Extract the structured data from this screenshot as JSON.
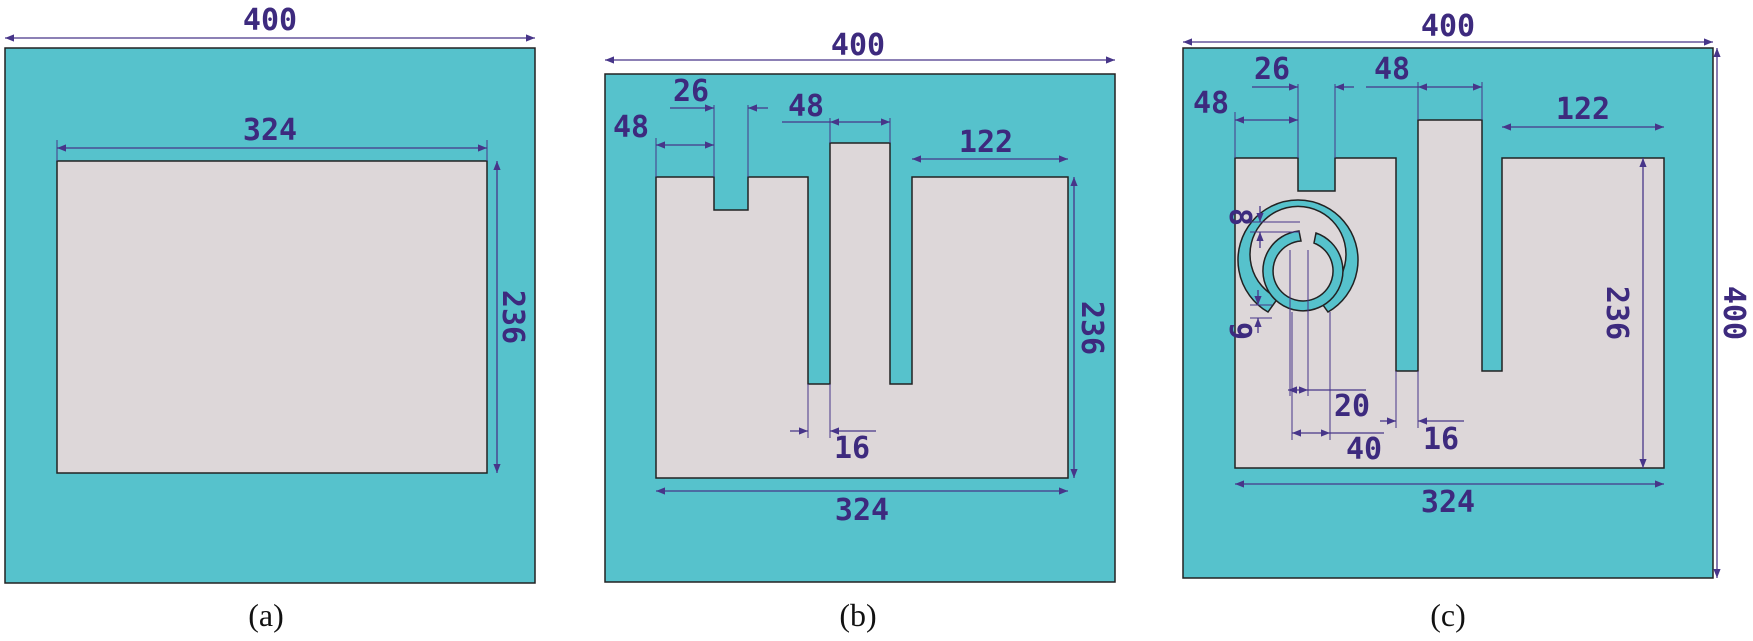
{
  "figure": {
    "captions": [
      "(a)",
      "(b)",
      "(c)"
    ]
  },
  "a": {
    "width": "400",
    "inner_width": "324",
    "inner_height": "236"
  },
  "b": {
    "width": "400",
    "notch": "26",
    "left_offset": "48",
    "gap": "48",
    "right_offset": "122",
    "slot_width": "16",
    "height": "236",
    "bottom_width": "324"
  },
  "c": {
    "width": "400",
    "height": "400",
    "notch": "26",
    "left_offset": "48",
    "gap": "48",
    "right_offset": "122",
    "inner_height": "236",
    "ring_gap_top": "8",
    "ring_gap_bottom": "9",
    "ring_inner": "20",
    "ring_outer": "40",
    "slot_width": "16",
    "bottom_width": "324"
  },
  "colors": {
    "substrate": "#56c2cc",
    "patch": "#ddd7d9",
    "dimension": "#3d2a7e"
  }
}
